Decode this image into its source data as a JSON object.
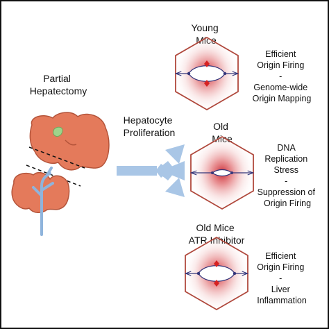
{
  "left": {
    "procedure_lines": [
      "Partial",
      "Hepatectomy"
    ],
    "arrow_lines": [
      "Hepatocyte",
      "Proliferation"
    ]
  },
  "panels": [
    {
      "title_lines": [
        "Young",
        "Mice"
      ],
      "note_lines": [
        "Efficient",
        "Origin Firing",
        "-",
        "Genome-wide",
        "Origin Mapping"
      ],
      "bubble": "open",
      "red_dots": true
    },
    {
      "title_lines": [
        "Old",
        "Mice"
      ],
      "note_lines": [
        "DNA",
        "Replication",
        "Stress",
        "-",
        "Suppression of",
        "Origin Firing"
      ],
      "bubble": "small",
      "red_dots": false
    },
    {
      "title_lines": [
        "Old Mice",
        "ATR Inhibitor"
      ],
      "note_lines": [
        "Efficient",
        "Origin Firing",
        "-",
        "Liver",
        "Inflammation"
      ],
      "bubble": "open",
      "red_dots": true
    }
  ],
  "colors": {
    "liver": "#e47a5b",
    "liver_outline": "#b4543a",
    "gallbladder": "#9fd48b",
    "vessel": "#8fb4dc",
    "arrow": "#a9c6e6",
    "hex_outline": "#b0483c",
    "red_dot": "#d62222",
    "fork_line": "#33357a"
  }
}
